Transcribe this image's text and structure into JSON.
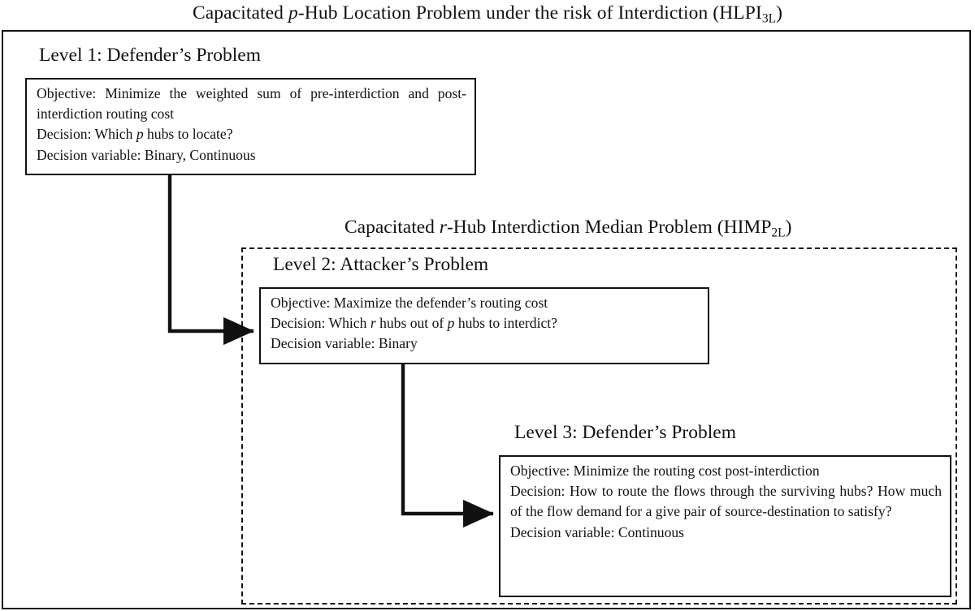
{
  "figure": {
    "title_parts": {
      "before_italic": "Capacitated ",
      "italic": "p",
      "after_italic": "-Hub Location Problem under the risk of Interdiction (HLPI",
      "subscript": "3L",
      "tail": ")"
    },
    "title_plain": "Capacitated p-Hub Location Problem under the risk of Interdiction (HLPI3L)"
  },
  "inner_frame": {
    "caption_parts": {
      "before_italic": "Capacitated ",
      "italic": "r",
      "after_italic": "-Hub Interdiction Median Problem (HIMP",
      "subscript": "2L",
      "tail": ")"
    },
    "caption_plain": "Capacitated r-Hub Interdiction Median Problem (HIMP2L)"
  },
  "levels": [
    {
      "heading": "Level 1: Defender’s Problem",
      "lines": {
        "objective": "Objective: Minimize the weighted sum of pre-interdiction and post-interdiction routing cost",
        "decision_pre": "Decision: Which ",
        "decision_var_symbol": "p",
        "decision_post": " hubs to locate?",
        "decision_plain": "Decision: Which p hubs to locate?",
        "decision_variable": "Decision variable: Binary, Continuous"
      }
    },
    {
      "heading": "Level 2: Attacker’s Problem",
      "lines": {
        "objective": "Objective: Maximize the defender’s routing cost",
        "decision_a": "Decision: Which ",
        "decision_sym1": "r",
        "decision_b": " hubs out of ",
        "decision_sym2": "p",
        "decision_c": " hubs to interdict?",
        "decision_plain": "Decision: Which r hubs out of p hubs to interdict?",
        "decision_variable": "Decision variable: Binary"
      }
    },
    {
      "heading": "Level 3: Defender’s Problem",
      "lines": {
        "objective": "Objective: Minimize the routing cost post-interdiction",
        "decision": "Decision: How to route the flows through the surviving hubs? How much of the flow demand for a give pair of source-destination to satisfy?",
        "decision_variable": "Decision variable: Continuous"
      }
    }
  ],
  "arrows": [
    {
      "name": "arrow-level1-to-level2",
      "from": "Level 1 box",
      "to": "Level 2 box"
    },
    {
      "name": "arrow-level2-to-level3",
      "from": "Level 2 box",
      "to": "Level 3 box"
    }
  ],
  "colors": {
    "ink": "#111111",
    "background": "#ffffff"
  }
}
